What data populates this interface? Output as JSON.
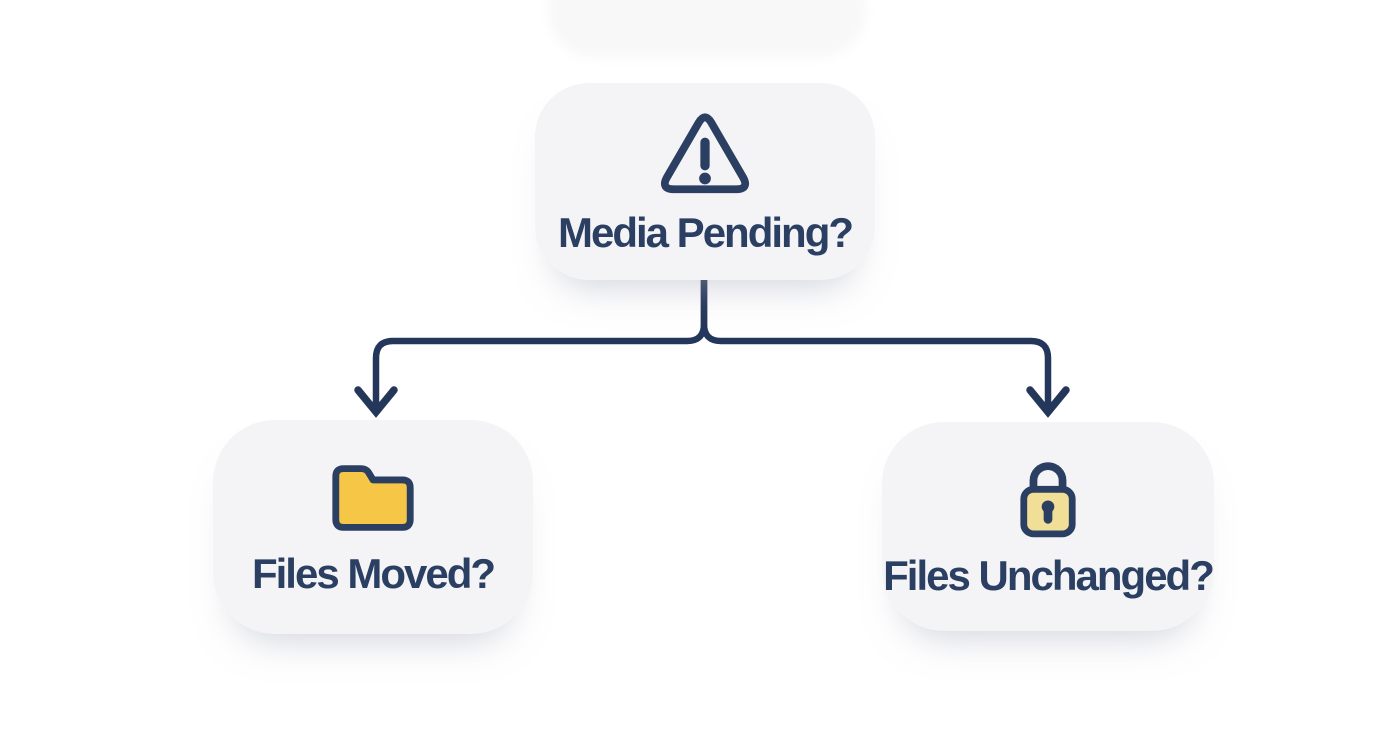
{
  "colors": {
    "navy": "#2b3f63",
    "line": "#24375a",
    "node_bg": "#f4f4f6",
    "folder_yellow": "#f6c746",
    "lock_yellow": "#f1df98",
    "canvas_bg": "#ffffff"
  },
  "diagram": {
    "type": "decision-flowchart",
    "root": {
      "label": "Media Pending?",
      "icon": "warning-triangle-icon"
    },
    "children": [
      {
        "label": "Files Moved?",
        "icon": "folder-icon"
      },
      {
        "label": "Files Unchanged?",
        "icon": "lock-icon"
      }
    ]
  }
}
